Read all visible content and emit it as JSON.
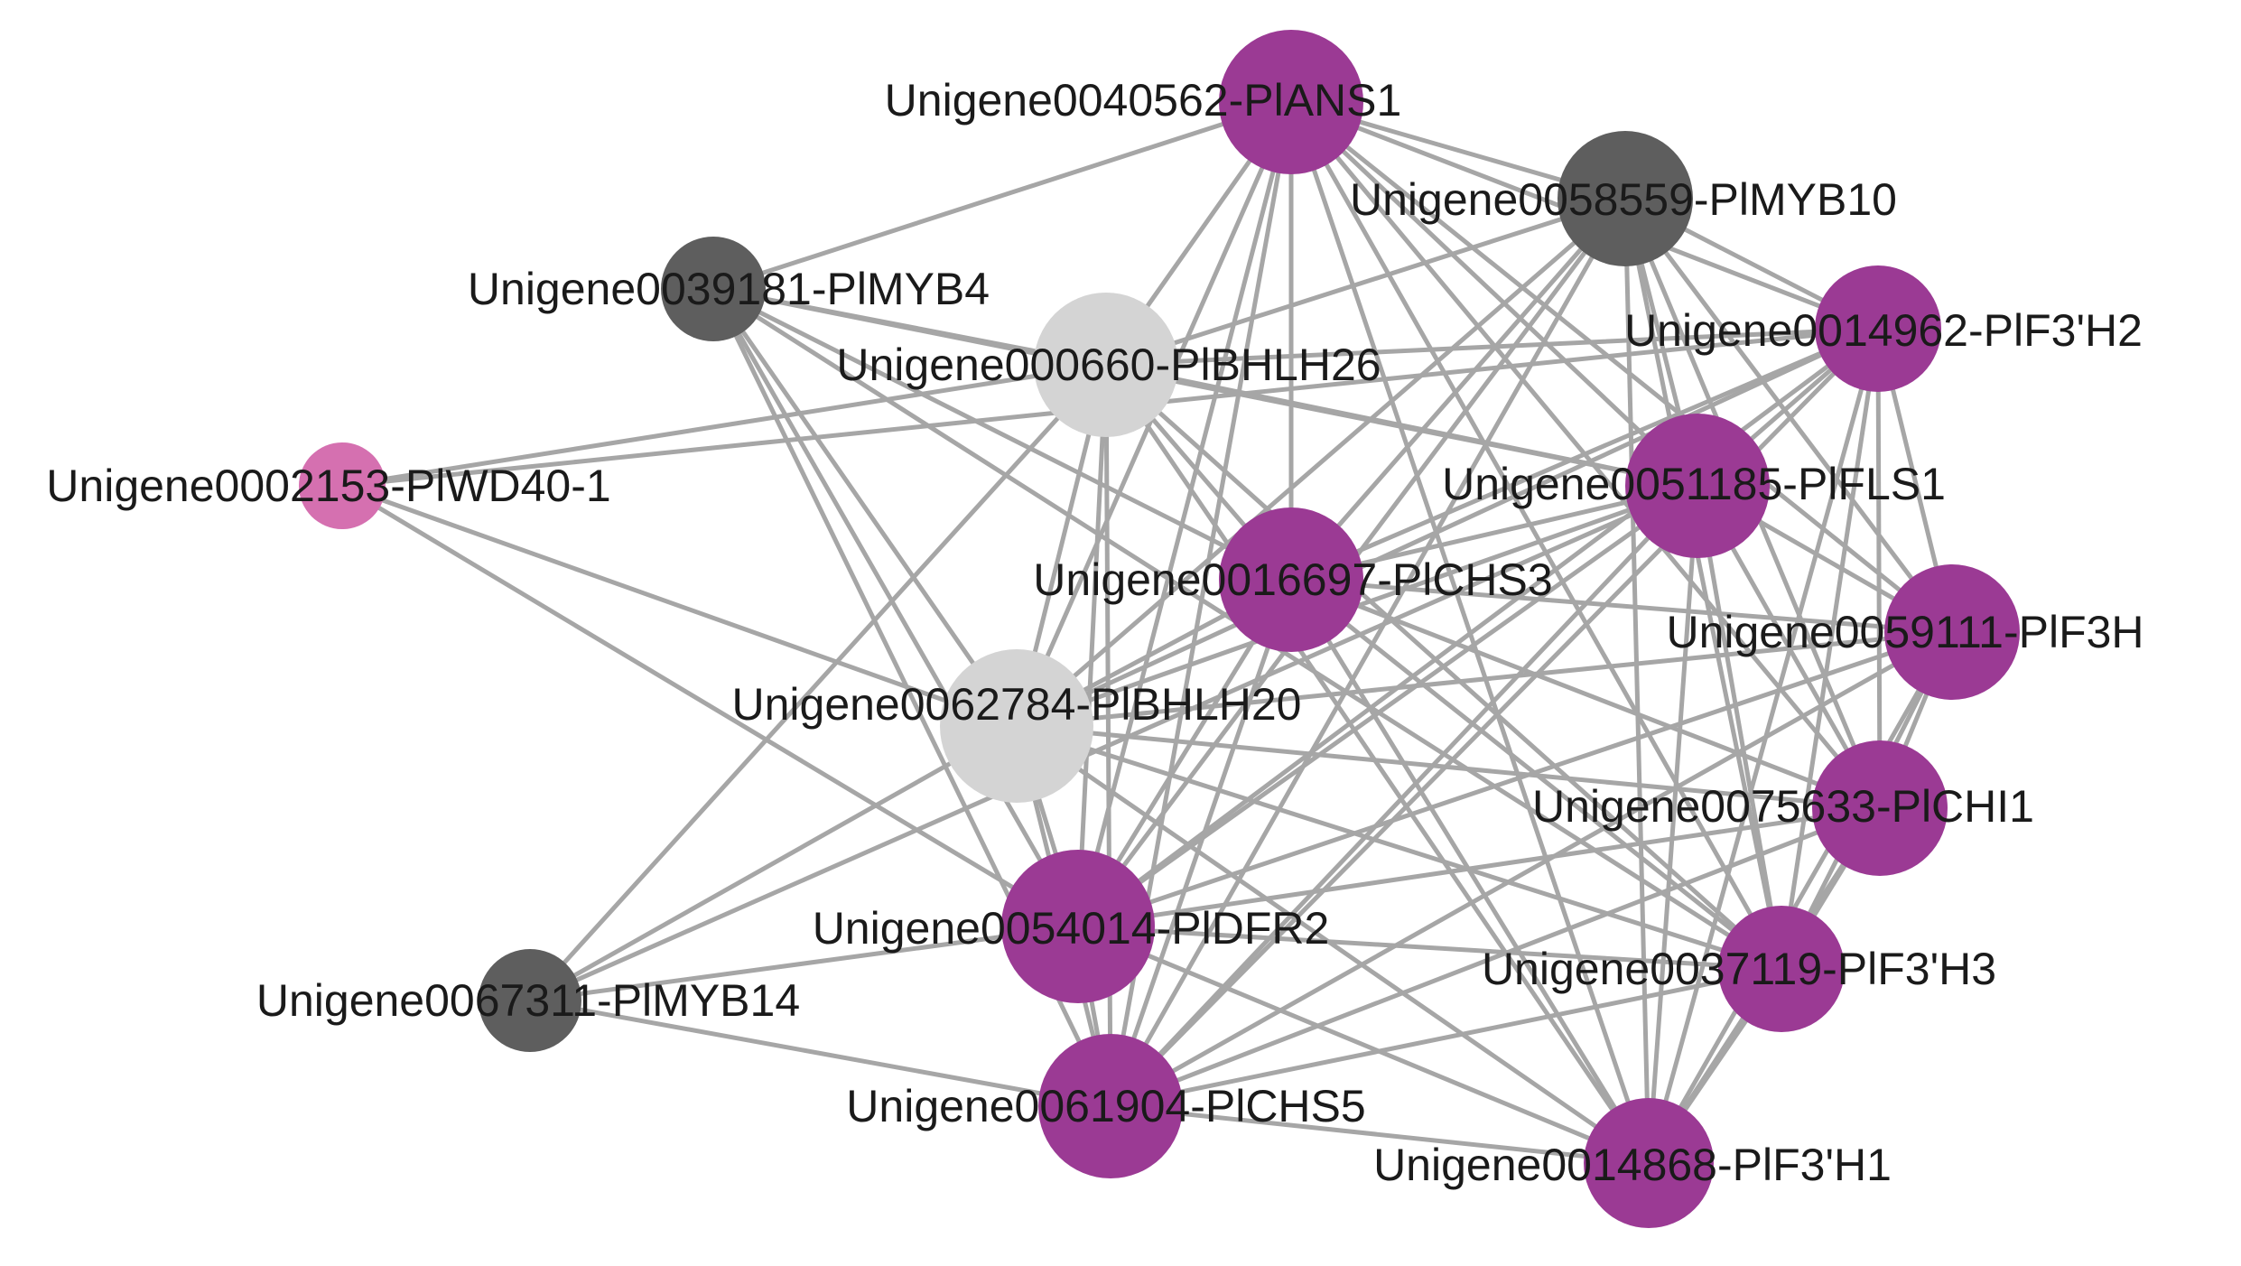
{
  "network": {
    "colors": {
      "purple": "#9b3a94",
      "dark_gray": "#5e5e5e",
      "light_gray": "#d4d4d4",
      "pink": "#d570b0",
      "edge": "#a6a6a6"
    },
    "nodes": [
      {
        "id": "ans1",
        "label": "Unigene0040562-PlANS1",
        "color": "purple"
      },
      {
        "id": "myb10",
        "label": "Unigene0058559-PlMYB10",
        "color": "dark_gray"
      },
      {
        "id": "myb4",
        "label": "Unigene0039181-PlMYB4",
        "color": "dark_gray"
      },
      {
        "id": "bhlh26",
        "label": "Unigene000660-PlBHLH26",
        "color": "light_gray"
      },
      {
        "id": "f3h2",
        "label": "Unigene0014962-PlF3'H2",
        "color": "purple"
      },
      {
        "id": "wd40",
        "label": "Unigene0002153-PlWD40-1",
        "color": "pink"
      },
      {
        "id": "fls1",
        "label": "Unigene0051185-PlFLS1",
        "color": "purple"
      },
      {
        "id": "chs3",
        "label": "Unigene0016697-PlCHS3",
        "color": "purple"
      },
      {
        "id": "f3h",
        "label": "Unigene0059111-PlF3H",
        "color": "purple"
      },
      {
        "id": "bhlh20",
        "label": "Unigene0062784-PlBHLH20",
        "color": "light_gray"
      },
      {
        "id": "chi1",
        "label": "Unigene0075633-PlCHI1",
        "color": "purple"
      },
      {
        "id": "dfr2",
        "label": "Unigene0054014-PlDFR2",
        "color": "purple"
      },
      {
        "id": "f3h3",
        "label": "Unigene0037119-PlF3'H3",
        "color": "purple"
      },
      {
        "id": "myb14",
        "label": "Unigene0067311-PlMYB14",
        "color": "dark_gray"
      },
      {
        "id": "chs5",
        "label": "Unigene0061904-PlCHS5",
        "color": "purple"
      },
      {
        "id": "f3h1",
        "label": "Unigene0014868-PlF3'H1",
        "color": "purple"
      }
    ],
    "edges": [
      [
        "ans1",
        "myb10"
      ],
      [
        "ans1",
        "myb4"
      ],
      [
        "ans1",
        "bhlh26"
      ],
      [
        "ans1",
        "f3h2"
      ],
      [
        "ans1",
        "fls1"
      ],
      [
        "ans1",
        "chs3"
      ],
      [
        "ans1",
        "f3h"
      ],
      [
        "ans1",
        "bhlh20"
      ],
      [
        "ans1",
        "chi1"
      ],
      [
        "ans1",
        "dfr2"
      ],
      [
        "ans1",
        "f3h3"
      ],
      [
        "ans1",
        "chs5"
      ],
      [
        "ans1",
        "f3h1"
      ],
      [
        "myb10",
        "bhlh26"
      ],
      [
        "myb10",
        "f3h2"
      ],
      [
        "myb10",
        "fls1"
      ],
      [
        "myb10",
        "chs3"
      ],
      [
        "myb10",
        "f3h"
      ],
      [
        "myb10",
        "bhlh20"
      ],
      [
        "myb10",
        "chi1"
      ],
      [
        "myb10",
        "dfr2"
      ],
      [
        "myb10",
        "f3h3"
      ],
      [
        "myb10",
        "chs5"
      ],
      [
        "myb10",
        "f3h1"
      ],
      [
        "myb4",
        "bhlh26"
      ],
      [
        "myb4",
        "chs3"
      ],
      [
        "myb4",
        "bhlh20"
      ],
      [
        "myb4",
        "dfr2"
      ],
      [
        "myb4",
        "fls1"
      ],
      [
        "myb4",
        "f3h3"
      ],
      [
        "myb4",
        "chs5"
      ],
      [
        "bhlh26",
        "f3h2"
      ],
      [
        "bhlh26",
        "wd40"
      ],
      [
        "bhlh26",
        "fls1"
      ],
      [
        "bhlh26",
        "chs3"
      ],
      [
        "bhlh26",
        "bhlh20"
      ],
      [
        "bhlh26",
        "dfr2"
      ],
      [
        "bhlh26",
        "chs5"
      ],
      [
        "bhlh26",
        "f3h3"
      ],
      [
        "bhlh26",
        "myb14"
      ],
      [
        "bhlh26",
        "f3h1"
      ],
      [
        "wd40",
        "bhlh20"
      ],
      [
        "wd40",
        "dfr2"
      ],
      [
        "wd40",
        "f3h2"
      ],
      [
        "f3h2",
        "fls1"
      ],
      [
        "f3h2",
        "chs3"
      ],
      [
        "f3h2",
        "f3h"
      ],
      [
        "f3h2",
        "bhlh20"
      ],
      [
        "f3h2",
        "chi1"
      ],
      [
        "f3h2",
        "dfr2"
      ],
      [
        "f3h2",
        "f3h3"
      ],
      [
        "f3h2",
        "chs5"
      ],
      [
        "f3h2",
        "f3h1"
      ],
      [
        "fls1",
        "chs3"
      ],
      [
        "fls1",
        "f3h"
      ],
      [
        "fls1",
        "bhlh20"
      ],
      [
        "fls1",
        "chi1"
      ],
      [
        "fls1",
        "dfr2"
      ],
      [
        "fls1",
        "f3h3"
      ],
      [
        "fls1",
        "chs5"
      ],
      [
        "fls1",
        "f3h1"
      ],
      [
        "fls1",
        "myb14"
      ],
      [
        "chs3",
        "f3h"
      ],
      [
        "chs3",
        "bhlh20"
      ],
      [
        "chs3",
        "chi1"
      ],
      [
        "chs3",
        "dfr2"
      ],
      [
        "chs3",
        "f3h3"
      ],
      [
        "chs3",
        "chs5"
      ],
      [
        "chs3",
        "f3h1"
      ],
      [
        "f3h",
        "bhlh20"
      ],
      [
        "f3h",
        "chi1"
      ],
      [
        "f3h",
        "dfr2"
      ],
      [
        "f3h",
        "f3h3"
      ],
      [
        "f3h",
        "chs5"
      ],
      [
        "f3h",
        "f3h1"
      ],
      [
        "bhlh20",
        "chi1"
      ],
      [
        "bhlh20",
        "dfr2"
      ],
      [
        "bhlh20",
        "f3h3"
      ],
      [
        "bhlh20",
        "myb14"
      ],
      [
        "bhlh20",
        "chs5"
      ],
      [
        "bhlh20",
        "f3h1"
      ],
      [
        "chi1",
        "dfr2"
      ],
      [
        "chi1",
        "f3h3"
      ],
      [
        "chi1",
        "chs5"
      ],
      [
        "chi1",
        "f3h1"
      ],
      [
        "dfr2",
        "f3h3"
      ],
      [
        "dfr2",
        "myb14"
      ],
      [
        "dfr2",
        "chs5"
      ],
      [
        "dfr2",
        "f3h1"
      ],
      [
        "f3h3",
        "chs5"
      ],
      [
        "f3h3",
        "f3h1"
      ],
      [
        "myb14",
        "chs5"
      ],
      [
        "chs5",
        "f3h1"
      ]
    ]
  }
}
